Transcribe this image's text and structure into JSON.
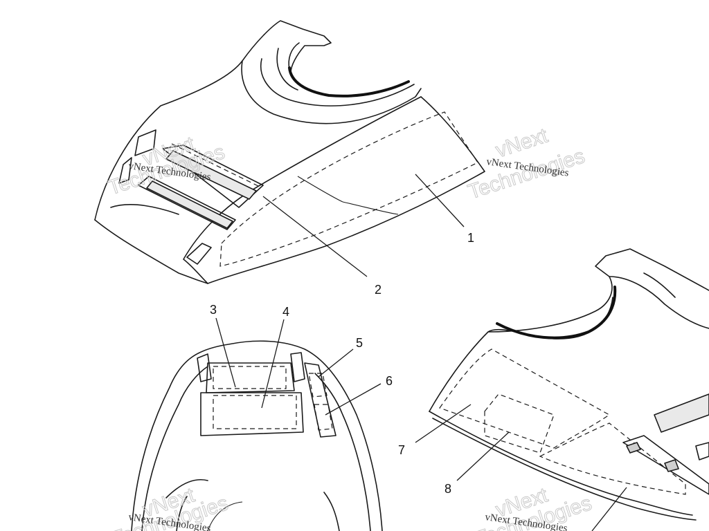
{
  "diagram": {
    "callouts": [
      {
        "id": "1",
        "label": "1"
      },
      {
        "id": "2",
        "label": "2"
      },
      {
        "id": "3",
        "label": "3"
      },
      {
        "id": "4",
        "label": "4"
      },
      {
        "id": "5",
        "label": "5"
      },
      {
        "id": "6",
        "label": "6"
      },
      {
        "id": "7",
        "label": "7"
      },
      {
        "id": "8",
        "label": "8"
      }
    ]
  },
  "watermark": {
    "text": "vNext Technologies",
    "big_word_1": "vNext",
    "big_word_2": "Technologies"
  }
}
